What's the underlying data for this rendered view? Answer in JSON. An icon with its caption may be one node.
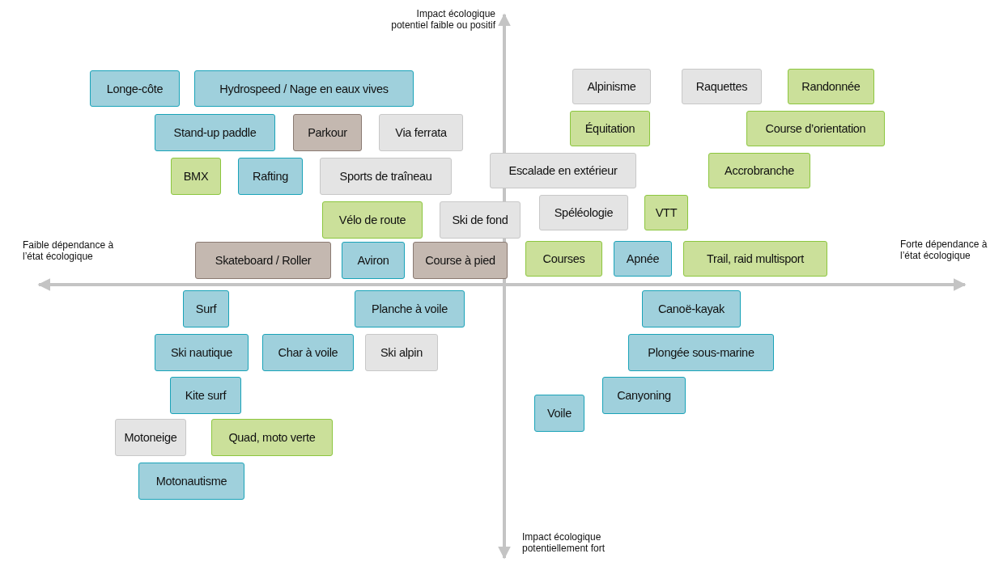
{
  "diagram": {
    "nodes": [
      {
        "text": [
          "Longe-côte"
        ]
      },
      {
        "text": [
          "Hydrospeed / Nage en eaux vives"
        ]
      },
      {
        "text": [
          "Alpinisme"
        ]
      },
      {
        "text": [
          "Raquettes"
        ]
      },
      {
        "text": [
          "Randonnée"
        ]
      },
      {
        "text": [
          "Stand-up paddle"
        ]
      },
      {
        "text": [
          "Parkour"
        ]
      },
      {
        "text": [
          "Via ferrata"
        ]
      },
      {
        "text": [
          "Équitation"
        ]
      },
      {
        "text": [
          "Course d’orientation"
        ]
      },
      {
        "text": [
          "BMX"
        ]
      },
      {
        "text": [
          "Rafting"
        ]
      },
      {
        "text": [
          "Sports de traîneau"
        ]
      },
      {
        "text": [
          "Escalade en extérieur"
        ]
      },
      {
        "text": [
          "Accrobranche"
        ]
      },
      {
        "text": [
          "Vélo de route"
        ]
      },
      {
        "text": [
          "Ski de fond"
        ]
      },
      {
        "text": [
          "Spéléologie"
        ]
      },
      {
        "text": [
          "VTT"
        ]
      },
      {
        "text": [
          "Skateboard / Roller"
        ]
      },
      {
        "text": [
          "Aviron"
        ]
      },
      {
        "text": [
          "Course à pied"
        ]
      },
      {
        "text": [
          "Courses"
        ]
      },
      {
        "text": [
          "Apnée"
        ]
      },
      {
        "text": [
          "Trail, raid multisport"
        ]
      },
      {
        "text": [
          "Surf"
        ]
      },
      {
        "text": [
          "Planche à voile"
        ]
      },
      {
        "text": [
          "Canoë-kayak"
        ]
      },
      {
        "text": [
          "Ski nautique"
        ]
      },
      {
        "text": [
          "Char à voile"
        ]
      },
      {
        "text": [
          "Ski alpin"
        ]
      },
      {
        "text": [
          "Plongée sous-marine"
        ]
      },
      {
        "text": [
          "Kite surf"
        ]
      },
      {
        "text": [
          "Canyoning"
        ]
      },
      {
        "text": [
          "Voile"
        ]
      },
      {
        "text": [
          "Motoneige"
        ]
      },
      {
        "text": [
          "Quad, moto verte"
        ]
      },
      {
        "text": [
          "Motonautisme"
        ]
      }
    ],
    "edges": [],
    "labels": [
      "Impact écologique potentiel faible ou positif",
      "Faible dépendance à l’état écologique",
      "Forte dépendance à l’état écologique",
      "Impact écologique potentiellement fort"
    ]
  }
}
